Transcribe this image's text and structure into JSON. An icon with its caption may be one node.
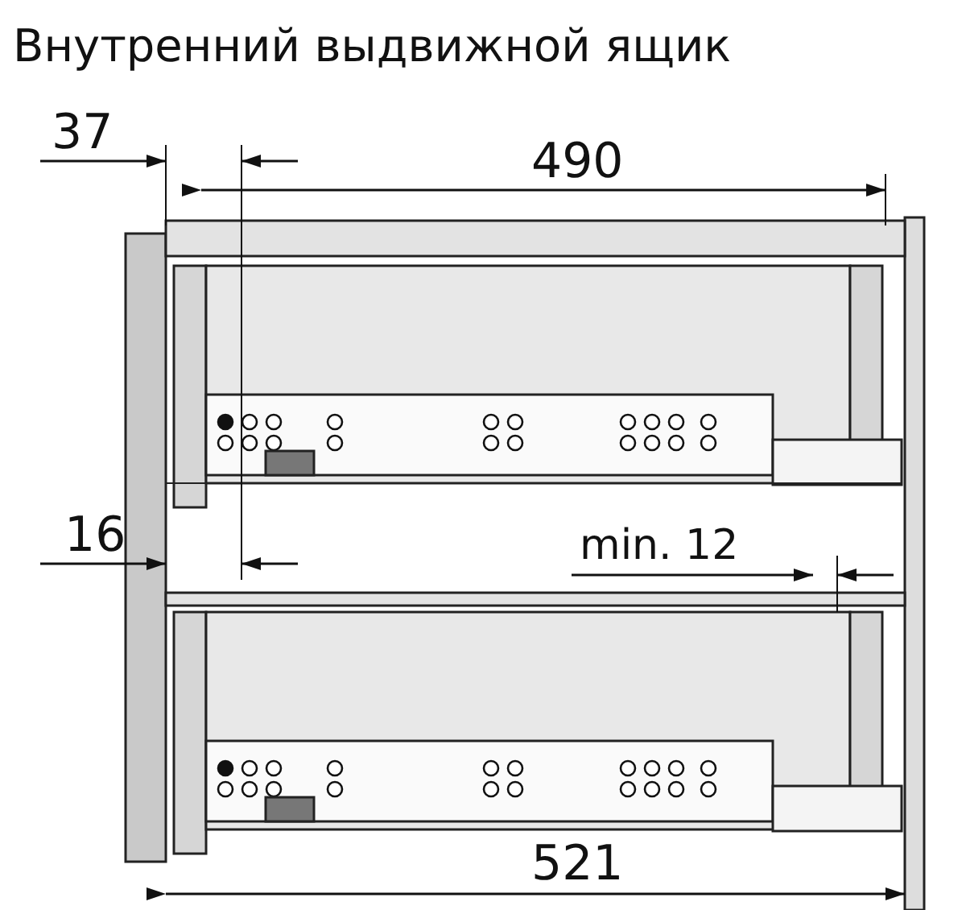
{
  "diagram": {
    "title": "Внутренний выдвижной ящик",
    "labels": [
      "37",
      "490",
      "16",
      "min. 12",
      "521"
    ]
  }
}
